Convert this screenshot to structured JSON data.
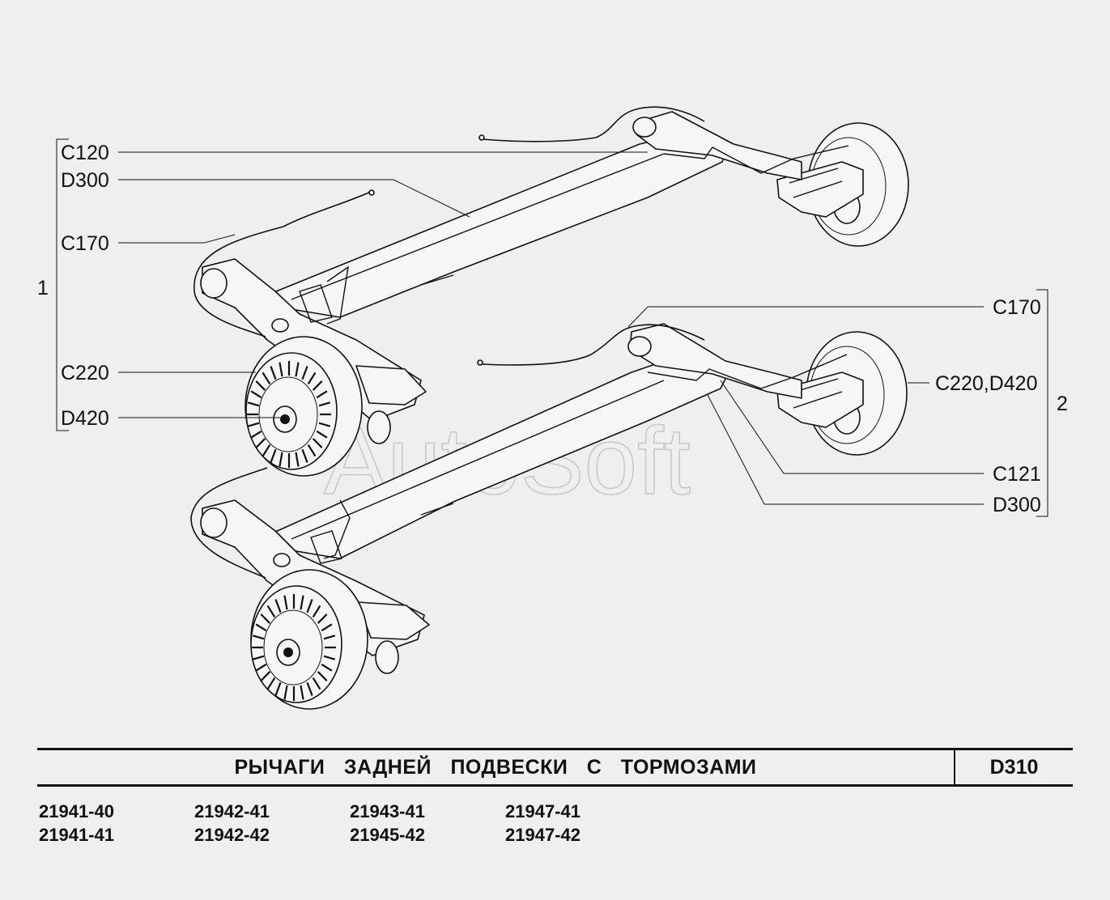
{
  "watermark": "AutoSoft",
  "groups": [
    {
      "number": "1",
      "callouts": [
        "C120",
        "D300",
        "C170",
        "C220",
        "D420"
      ]
    },
    {
      "number": "2",
      "callouts": [
        "C170",
        "C220,D420",
        "C121",
        "D300"
      ]
    }
  ],
  "title_block": {
    "title": "РЫЧАГИ ЗАДНЕЙ ПОДВЕСКИ С ТОРМОЗАМИ",
    "code": "D310"
  },
  "models": [
    "21941-40",
    "21942-41",
    "21943-41",
    "21947-41",
    "21941-41",
    "21942-42",
    "21945-42",
    "21947-42"
  ]
}
